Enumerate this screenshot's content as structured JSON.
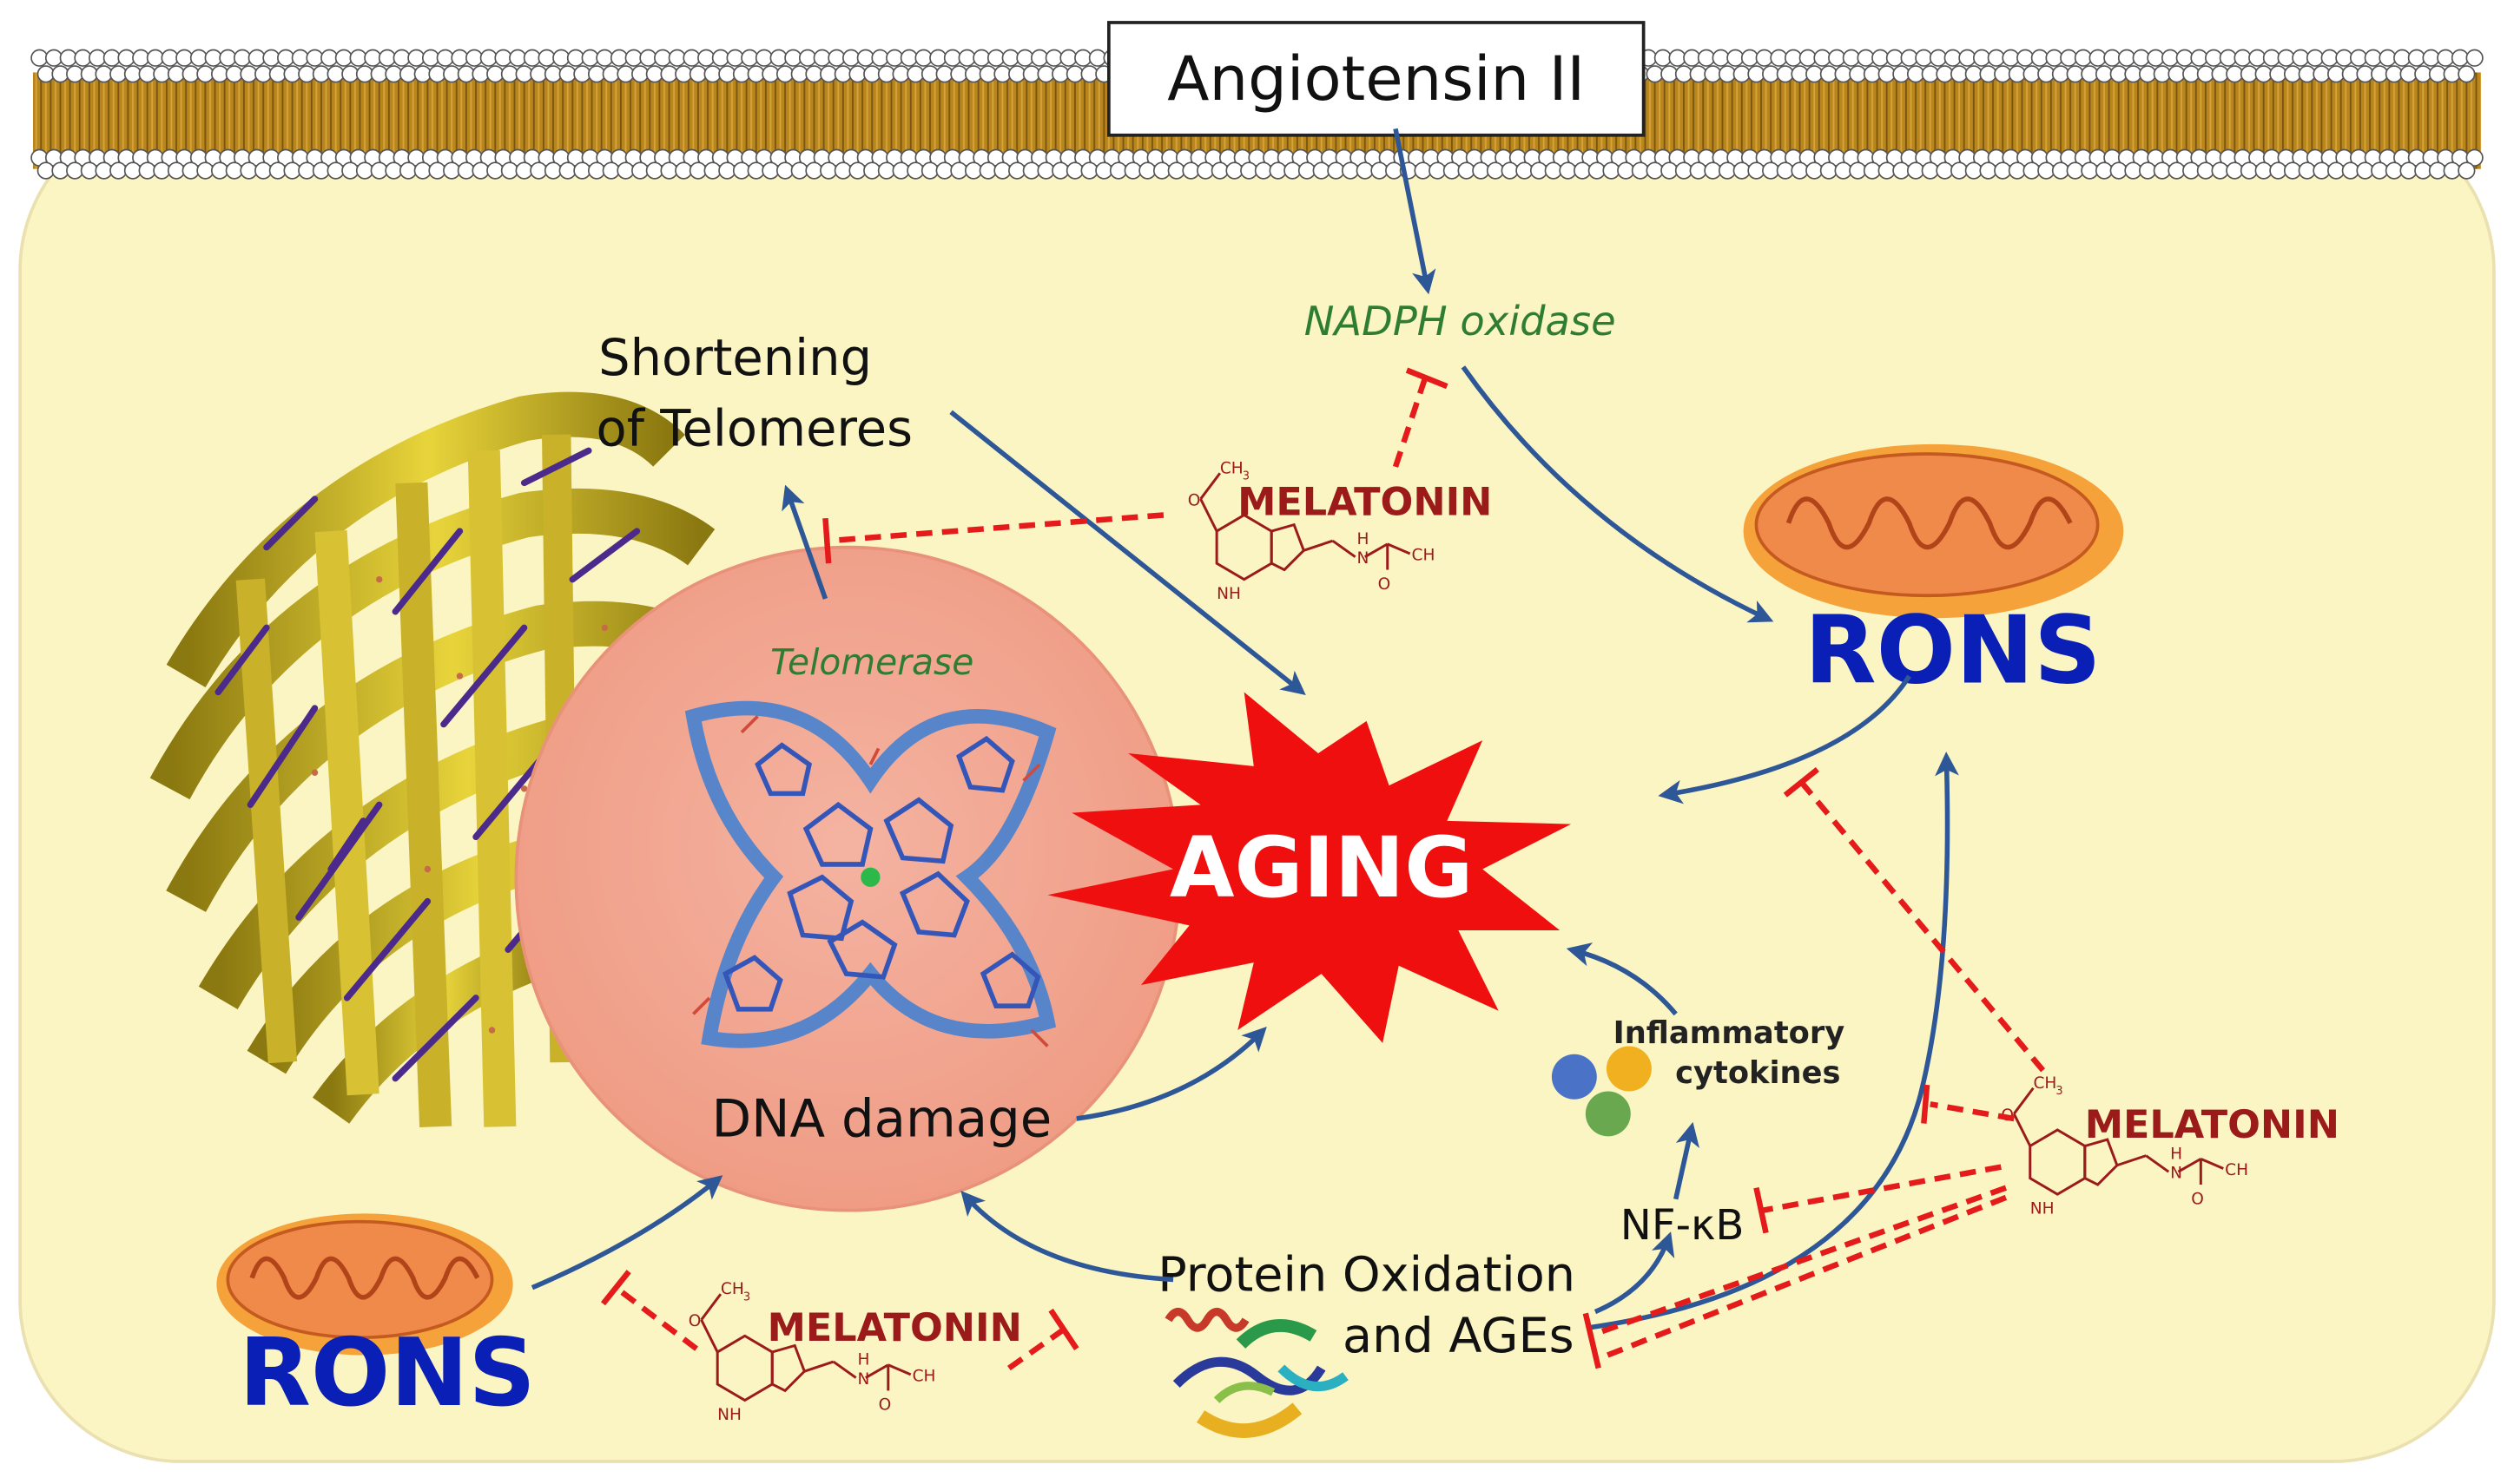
{
  "labels": {
    "angiotensin": "Angiotensin II",
    "nadph": "NADPH oxidase",
    "shortening_line1": "Shortening",
    "shortening_line2": "of Telomeres",
    "telomerase": "Telomerase",
    "dna_damage": "DNA damage",
    "aging": "AGING",
    "rons_right": "RONS",
    "rons_left": "RONS",
    "inflammatory_line1": "Inflammatory",
    "inflammatory_line2": "cytokines",
    "nfkb": "NF-κB",
    "protein_line1": "Protein Oxidation",
    "protein_line2": "and AGEs",
    "melatonin_top": "MELATONIN",
    "melatonin_right": "MELATONIN",
    "melatonin_bottom": "MELATONIN"
  },
  "molecule_atoms": {
    "ch3": "CH",
    "ch3_sub": "3",
    "o": "O",
    "h": "H",
    "n": "N",
    "nh": "NH"
  },
  "colors": {
    "cell_fill": "#fbf5c4",
    "cell_stroke": "#eae0b0",
    "membrane_core": "#b8861c",
    "arrow_blue": "#2e5797",
    "inhibit_red": "#e51a1a",
    "melatonin_text": "#9b1a1a",
    "nadph_text": "#2e7d32",
    "rons_text": "#0a1fb5",
    "aging_burst": "#ef0f0f",
    "aging_text": "#ffffff",
    "nucleus_fill": "#f2a48e",
    "mito_outer": "#f5a23a",
    "mito_inner": "#f08a4a",
    "cyto_blue": "#4a72c7",
    "cyto_yellow": "#f0b020",
    "cyto_green": "#6aa84f"
  }
}
